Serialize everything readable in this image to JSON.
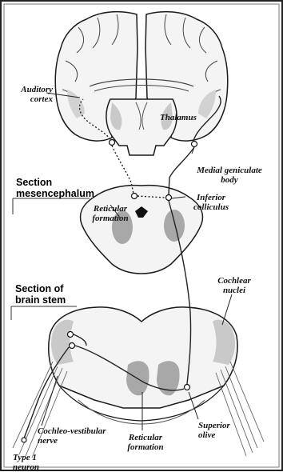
{
  "sections": {
    "mesencephalum": [
      "Section",
      "mesencephalum"
    ],
    "brain_stem": [
      "Section of",
      "brain stem"
    ]
  },
  "labels": {
    "auditory_cortex": [
      "Auditory",
      "cortex"
    ],
    "thalamus": "Thalamus",
    "medial_geniculate_body": [
      "Medial geniculate",
      "body"
    ],
    "inferior_colliculus": [
      "Inferior",
      "colliculus"
    ],
    "reticular_formation_mid": [
      "Reticular",
      "formation"
    ],
    "cochlear_nuclei": [
      "Cochlear",
      "nuclei"
    ],
    "cochleo_vestibular_nerve": [
      "Cochleo-vestibular",
      "nerve"
    ],
    "reticular_formation_stem": [
      "Reticular",
      "formation"
    ],
    "superior_olive": [
      "Superior",
      "olive"
    ],
    "type_1_neuron": [
      "Type 1",
      "neuron"
    ]
  },
  "colors": {
    "tissue": "#f4f4f4",
    "outline": "#1a1a1a",
    "nucleus_shade": "#c9c9c9",
    "reticular_fill": "#a8a8a8",
    "pathway": "#222222"
  }
}
